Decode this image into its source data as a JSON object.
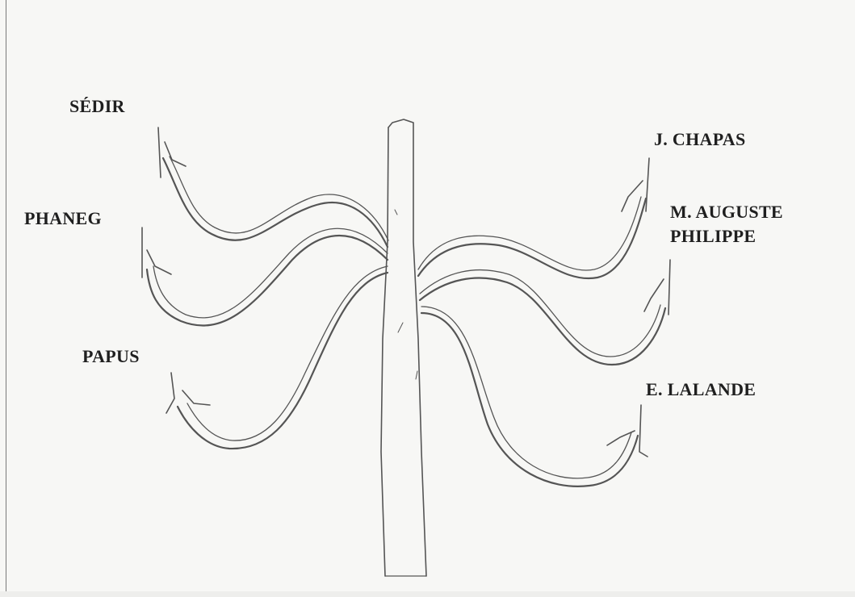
{
  "diagram": {
    "labels": {
      "sedir": "SÉDIR",
      "phaneg": "PHANEG",
      "papus": "PAPUS",
      "chapas": "J. CHAPAS",
      "auguste_line1": "M. AUGUSTE",
      "auguste_line2": "PHILIPPE",
      "lalande": "E. LALANDE"
    },
    "colors": {
      "background": "#f7f7f5",
      "stroke": "#555555",
      "text": "#1f1f1f"
    }
  }
}
